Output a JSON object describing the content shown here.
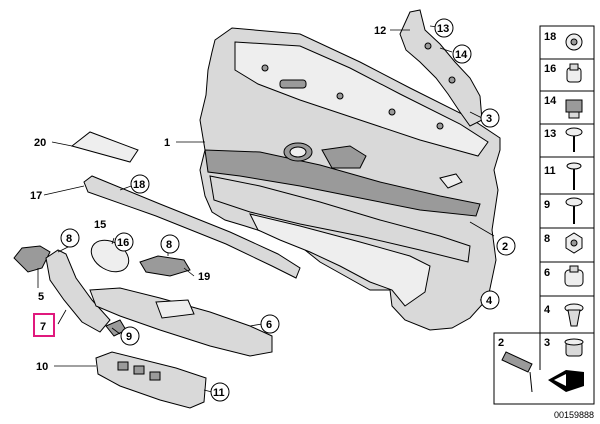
{
  "callouts": {
    "c1": "1",
    "c2": "2",
    "c3": "3",
    "c4": "4",
    "c5": "5",
    "c6": "6",
    "c7": "7",
    "c8a": "8",
    "c8b": "8",
    "c9": "9",
    "c10": "10",
    "c11": "11",
    "c12": "12",
    "c13": "13",
    "c14": "14",
    "c15": "15",
    "c16": "16",
    "c17": "17",
    "c18": "18",
    "c19": "19",
    "c20": "20"
  },
  "side_panel": {
    "items": [
      "18",
      "16",
      "14",
      "13",
      "11",
      "9",
      "8",
      "6",
      "4",
      "3"
    ],
    "bottom_left": "2"
  },
  "highlight_label": "7",
  "doc_id": "00159888",
  "colors": {
    "highlight": "#e0197d",
    "part_fill": "#d9d9d9",
    "ink": "#000000"
  }
}
